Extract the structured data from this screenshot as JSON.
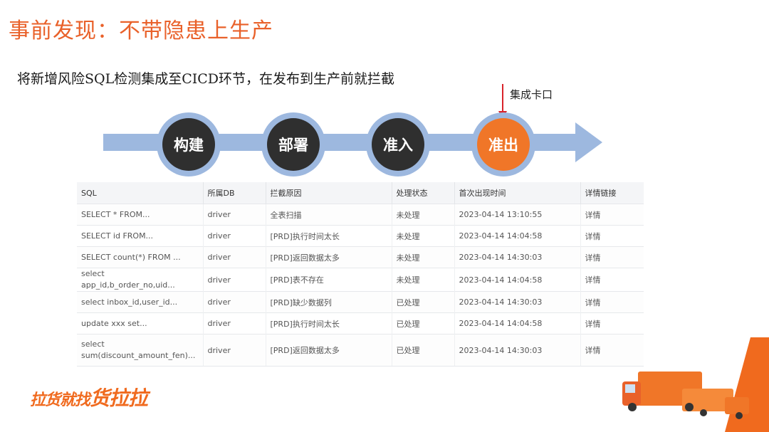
{
  "title": "事前发现：不带隐患上生产",
  "subtitle": "将新增风险SQL检测集成至CICD环节，在发布到生产前就拦截",
  "gate_label": "集成卡口",
  "steps": [
    "构建",
    "部署",
    "准入",
    "准出"
  ],
  "table": {
    "headers": [
      "SQL",
      "所属DB",
      "拦截原因",
      "处理状态",
      "首次出现时间",
      "详情链接"
    ],
    "rows": [
      {
        "sql": "SELECT * FROM...",
        "db": "driver",
        "reason": "全表扫描",
        "status": "未处理",
        "time": "2023-04-14 13:10:55",
        "link": "详情"
      },
      {
        "sql": "SELECT id FROM...",
        "db": "driver",
        "reason": "[PRD]执行时间太长",
        "status": "未处理",
        "time": "2023-04-14 14:04:58",
        "link": "详情"
      },
      {
        "sql": "SELECT count(*) FROM ...",
        "db": "driver",
        "reason": "[PRD]返回数据太多",
        "status": "未处理",
        "time": "2023-04-14 14:30:03",
        "link": "详情"
      },
      {
        "sql": "select app_id,b_order_no,uid...",
        "db": "driver",
        "reason": "[PRD]表不存在",
        "status": "未处理",
        "time": "2023-04-14 14:04:58",
        "link": "详情"
      },
      {
        "sql": "select inbox_id,user_id...",
        "db": "driver",
        "reason": "[PRD]缺少数据列",
        "status": "已处理",
        "time": "2023-04-14 14:30:03",
        "link": "详情"
      },
      {
        "sql": "update xxx set...",
        "db": "driver",
        "reason": "[PRD]执行时间太长",
        "status": "已处理",
        "time": "2023-04-14 14:04:58",
        "link": "详情"
      },
      {
        "sql": "select sum(discount_amount_fen)...",
        "db": "driver",
        "reason": "[PRD]返回数据太多",
        "status": "已处理",
        "time": "2023-04-14 14:30:03",
        "link": "详情"
      }
    ]
  },
  "logo": {
    "small": "拉货就找",
    "big": "货拉拉"
  },
  "colors": {
    "accent": "#e9612a",
    "pipeline": "#9db8df",
    "active_step": "#f07628",
    "link": "#3d8de0",
    "pending": "#e23a2a",
    "done": "#2f9c4a"
  }
}
